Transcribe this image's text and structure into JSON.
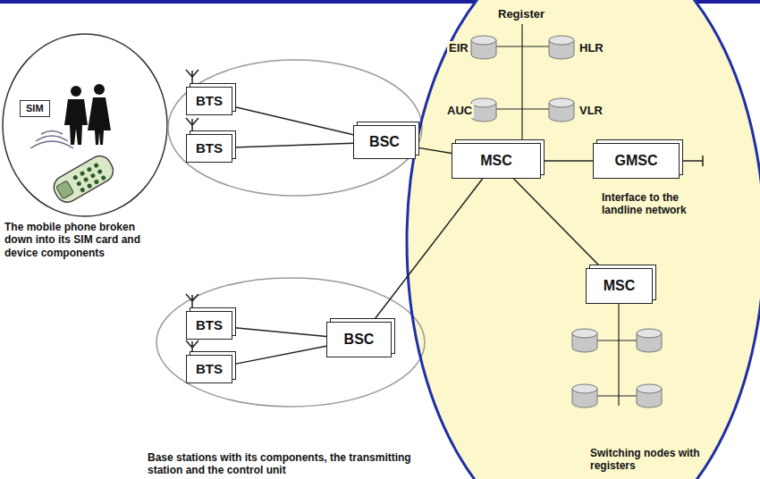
{
  "diagram": {
    "nodes": [
      {
        "text": [
          "BTS"
        ]
      },
      {
        "text": [
          "BTS"
        ]
      },
      {
        "text": [
          "BSC"
        ]
      },
      {
        "text": [
          "BTS"
        ]
      },
      {
        "text": [
          "BTS"
        ]
      },
      {
        "text": [
          "BSC"
        ]
      },
      {
        "text": [
          "MSC"
        ]
      },
      {
        "text": [
          "GMSC"
        ]
      },
      {
        "text": [
          "MSC"
        ]
      }
    ],
    "edges": [
      {
        "from": 0,
        "to": 2,
        "arrow": "none"
      },
      {
        "from": 1,
        "to": 2,
        "arrow": "none"
      },
      {
        "from": 2,
        "to": 6,
        "arrow": "none"
      },
      {
        "from": 3,
        "to": 5,
        "arrow": "none"
      },
      {
        "from": 4,
        "to": 5,
        "arrow": "none"
      },
      {
        "from": 5,
        "to": 6,
        "arrow": "none"
      },
      {
        "from": 6,
        "to": 7,
        "arrow": "none"
      },
      {
        "from": 6,
        "to": 8,
        "arrow": "none"
      }
    ],
    "labels": [
      "Register",
      "EIR",
      "HLR",
      "AUC",
      "VLR",
      "SIM",
      "Interface to the landline network",
      "The mobile phone broken down into its SIM card and device components",
      "Base stations with its components, the transmitting station and the control unit",
      "Switching nodes with registers"
    ]
  }
}
